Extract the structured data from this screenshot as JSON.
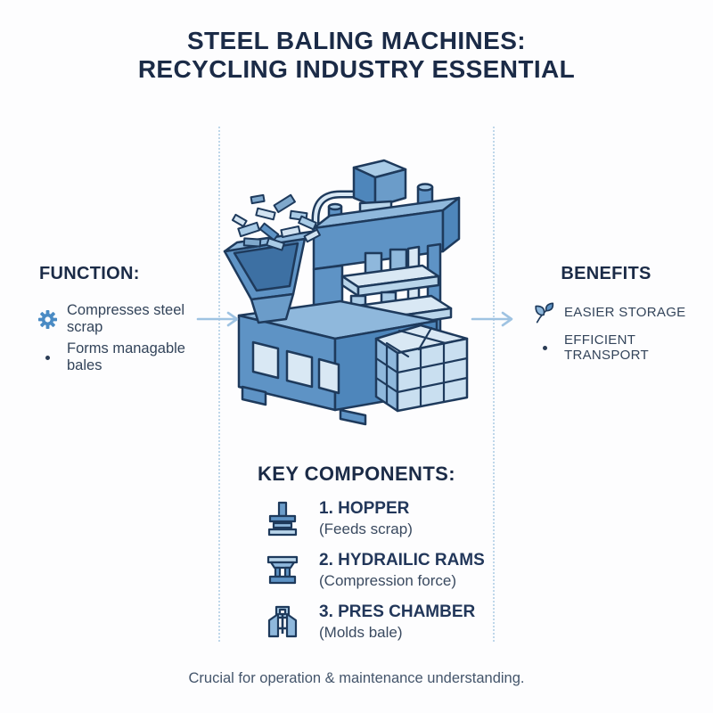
{
  "title": {
    "line1": "STEEL BALING MACHINES:",
    "line2": "RECYCLING INDUSTRY ESSENTIAL"
  },
  "function_section": {
    "heading": "FUNCTION:",
    "items": [
      {
        "icon": "gear-icon",
        "label": "Compresses steel scrap"
      },
      {
        "icon": "bullet-dot",
        "label": "Forms managable bales"
      }
    ]
  },
  "benefits_section": {
    "heading": "BENEFITS",
    "items": [
      {
        "icon": "leaf-icon",
        "label": "EASIER STORAGE"
      },
      {
        "icon": "bullet-dot",
        "label": "EFFICIENT TRANSPORT"
      }
    ]
  },
  "components_section": {
    "heading": "KEY COMPONENTS:",
    "items": [
      {
        "icon": "hopper-icon",
        "title": "1. HOPPER",
        "subtitle": "(Feeds scrap)"
      },
      {
        "icon": "hydraulic-rams-icon",
        "title": "2. HYDRAILIC RAMS",
        "subtitle": "(Compression force)"
      },
      {
        "icon": "press-chamber-icon",
        "title": "3. PRES CHAMBER",
        "subtitle": "(Molds bale)"
      }
    ]
  },
  "footer": {
    "caption": "Crucial for operation & maintenance understanding."
  },
  "illustration": {
    "subject": "isometric steel baling machine with scrap hopper and compressed bale"
  },
  "colors": {
    "navy_outline": "#1E3A5C",
    "title_navy": "#1B2B47",
    "body_text": "#33445A",
    "machine_blue": "#5E93C5",
    "machine_blue_dark": "#4E86BB",
    "machine_blue_light": "#B9D5EA",
    "machine_blue_pale": "#D9E8F4",
    "accent_icon_blue": "#4A8BC4",
    "arrow_blue": "#9FC3E2",
    "dotted_line": "#BFD7EA",
    "background": "#FDFDFE"
  }
}
